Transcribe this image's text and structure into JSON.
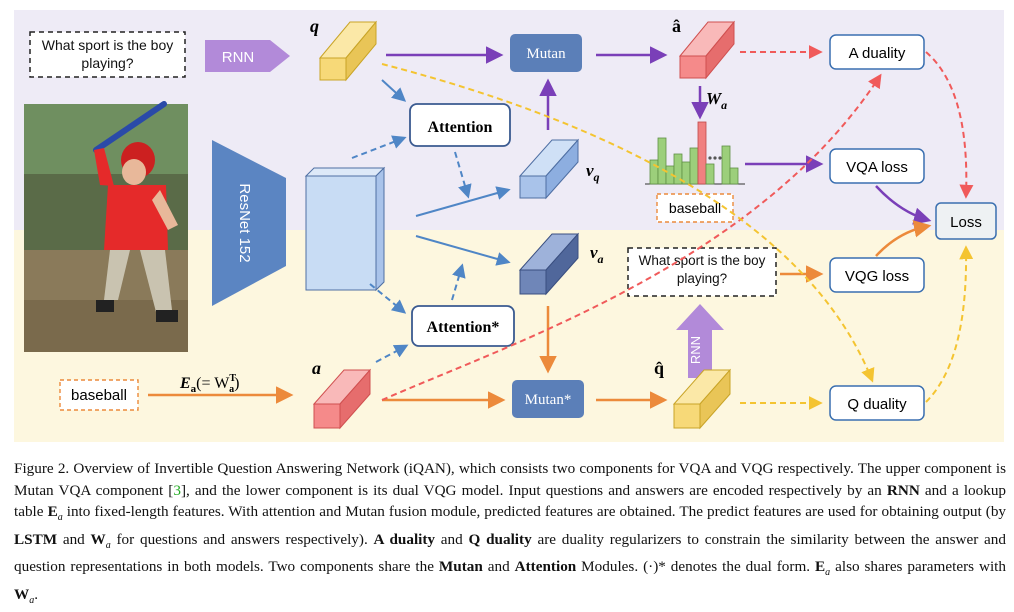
{
  "colors": {
    "top_bg": "#eeebf6",
    "bottom_bg": "#fdf7df",
    "blue": "#4f86c6",
    "purple": "#7a3fb8",
    "orange": "#ec8a3b",
    "red_dashed": "#f05a5a",
    "yellow_dashed": "#f4c431",
    "green_bar": "#9ccf7b",
    "red_bar": "#f08080"
  },
  "top": {
    "question_box": "What sport is the boy playing?",
    "rnn_label": "RNN",
    "q_label": "q",
    "mutan_label": "Mutan",
    "a_hat_label": "â",
    "wa_label": "W",
    "wa_sub": "a",
    "attention_label": "Attention",
    "vq_label": "v",
    "vq_sub": "q",
    "answer_box": "baseball",
    "resnet_label": "ResNet 152"
  },
  "bottom": {
    "answer_input": "baseball",
    "ea_label": "E",
    "ea_sub": "a",
    "ea_rest": "(= W",
    "ea_sup": "T",
    "ea_sub2": "a",
    "ea_close": ")",
    "a_label": "a",
    "attention_label": "Attention*",
    "va_label": "v",
    "va_sub": "a",
    "mutan_label": "Mutan*",
    "q_hat_label": "q̂",
    "rnn_label": "RNN",
    "question_out": "What sport is the boy playing?"
  },
  "right": {
    "a_duality": "A duality",
    "vqa_loss": "VQA loss",
    "loss": "Loss",
    "vqg_loss": "VQG loss",
    "q_duality": "Q duality"
  },
  "caption": {
    "s1": "Figure 2. Overview of Invertible Question Answering Network (iQAN), which consists two components for VQA and VQG respectively. The upper component is Mutan VQA component [",
    "cite": "3",
    "s2": "], and the lower component is its dual VQG model. Input questions and answers are encoded respectively by an ",
    "b_rnn": "RNN",
    "s3": " and a lookup table ",
    "b_ea": "E",
    "s4": " into fixed-length features. With attention and Mutan fusion module, predicted features are obtained. The predict features are used for obtaining output (by ",
    "b_lstm": "LSTM",
    "s5": " and ",
    "b_wa": "W",
    "s6": " for questions and answers respectively). ",
    "b_adual": "A duality",
    "s7": " and ",
    "b_qdual": "Q duality",
    "s8": " are duality regularizers to constrain the similarity between the answer and question representations in both models. Two components share the ",
    "b_mutan": "Mutan",
    "s9": " and ",
    "b_attn": "Attention",
    "s10": " Modules. (·)* denotes the dual form. ",
    "b_ea2": "E",
    "s11": " also shares parameters with ",
    "b_wa2": "W",
    "s12": "."
  }
}
